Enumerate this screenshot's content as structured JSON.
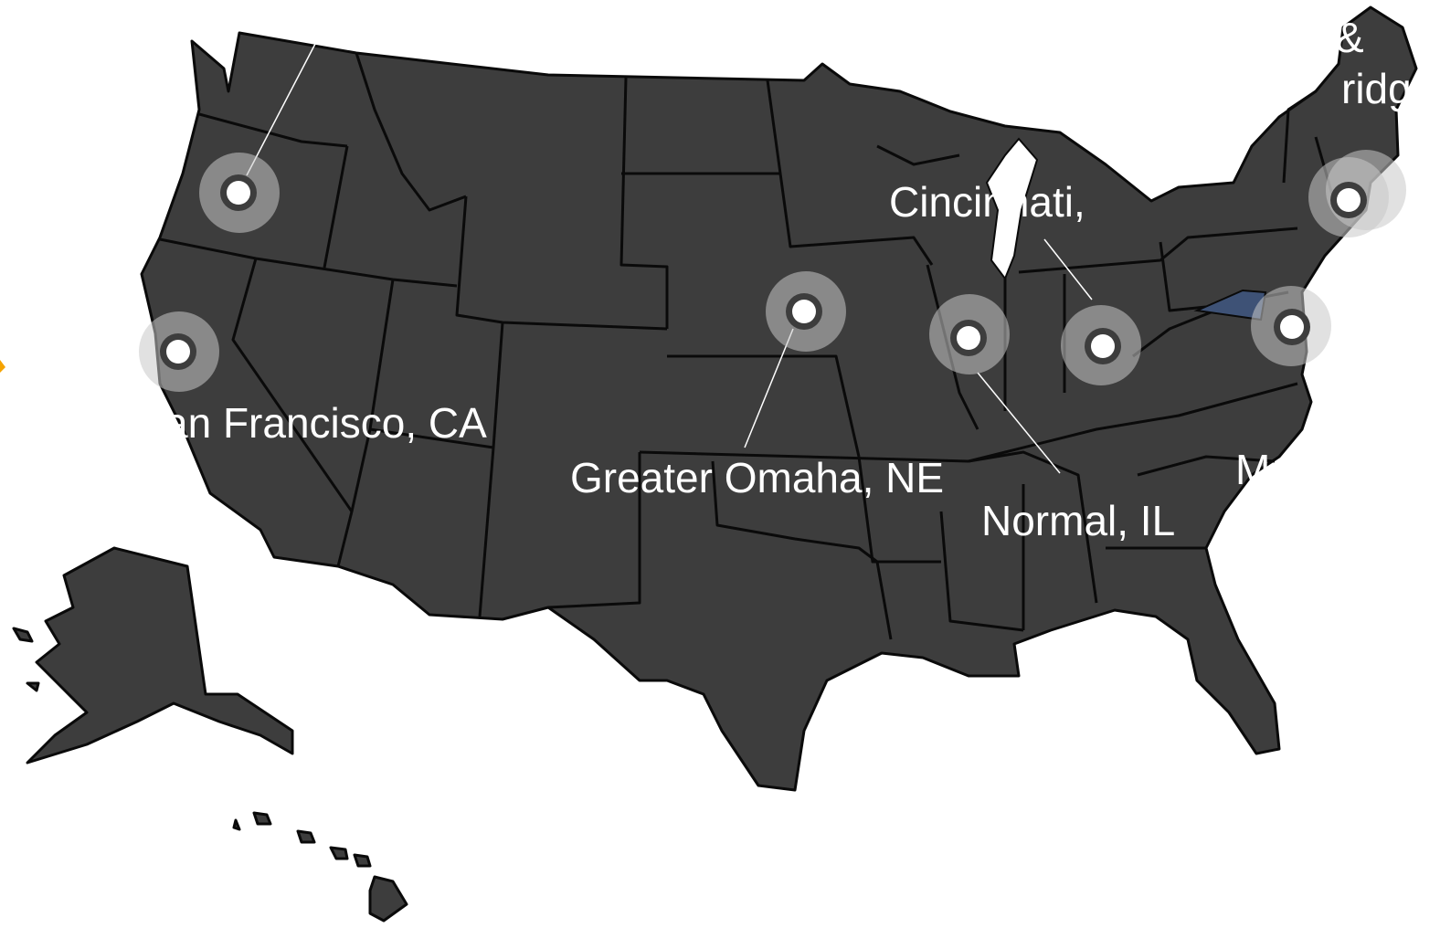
{
  "map": {
    "region": "United States",
    "colors": {
      "state_fill": "#3d3d3d",
      "state_border": "#0a0a0a",
      "highlighted_state": "#3e5276",
      "marker_halo": "#c8c8c8",
      "label_text": "#ffffff",
      "edge_marker": "#f5a300"
    },
    "highlighted_state": "Maryland",
    "locations": [
      {
        "id": "portland",
        "label": ""
      },
      {
        "id": "san-francisco",
        "label": "an Francisco, CA"
      },
      {
        "id": "omaha",
        "label": "Greater Omaha, NE"
      },
      {
        "id": "normal",
        "label": "Normal, IL"
      },
      {
        "id": "cincinnati",
        "label": "Cincinnati,"
      },
      {
        "id": "maryland",
        "label": "M"
      },
      {
        "id": "boston",
        "label_line1": "&",
        "label_line2": "ridge"
      }
    ]
  }
}
